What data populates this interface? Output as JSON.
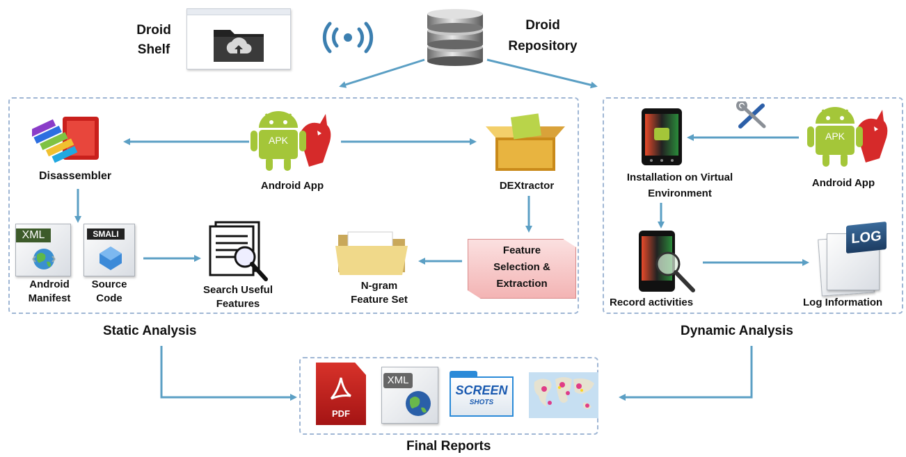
{
  "top": {
    "droid_shelf": "Droid\nShelf",
    "droid_repository": "Droid\nRepository"
  },
  "static": {
    "title": "Static Analysis",
    "disassembler": "Disassembler",
    "android_app": "Android App",
    "apk_badge": "APK",
    "dextractor": "DEXtractor",
    "xml_tag": "XML",
    "smali_tag": "SMALI",
    "android_manifest": "Android\nManifest",
    "source_code": "Source\nCode",
    "search_useful_features": "Search Useful\nFeatures",
    "ngram_feature_set": "N-gram\nFeature Set",
    "feature_selection": "Feature\nSelection &\nExtraction"
  },
  "dynamic": {
    "title": "Dynamic Analysis",
    "android_app": "Android App",
    "apk_badge": "APK",
    "installation": "Installation  on Virtual\nEnvironment",
    "record_activities": "Record activities",
    "log_information": "Log Information",
    "log_tag": "LOG"
  },
  "reports": {
    "title": "Final Reports",
    "pdf_label": "PDF",
    "xml_tag": "XML",
    "screen_text": "SCREEN",
    "shots_text": "SHOTS"
  },
  "colors": {
    "arrow": "#5b9fc4",
    "dashed_border": "#9fb6d4",
    "android_green": "#a4c639",
    "devil_red": "#d62a2a",
    "feature_box_fill": "#f7c6c6",
    "feature_box_border": "#d98a8a"
  },
  "icons": [
    "cloud-upload-folder-icon",
    "wifi-signal-icon",
    "database-icon",
    "disassembler-blocks-icon",
    "android-devil-icon",
    "open-box-icon",
    "xml-document-icon",
    "smali-document-icon",
    "magnifier-document-icon",
    "folder-icon",
    "phone-icon",
    "tools-icon",
    "log-document-icon",
    "pdf-icon",
    "screenshots-folder-icon",
    "world-map-icon"
  ]
}
